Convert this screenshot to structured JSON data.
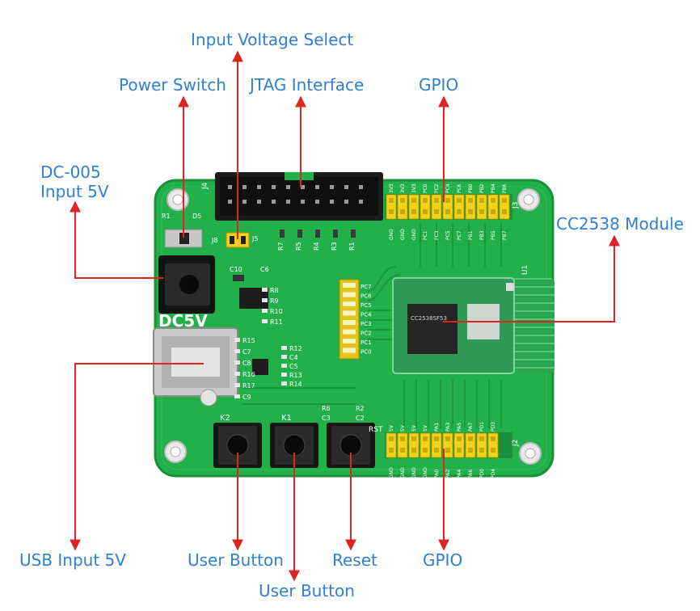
{
  "labels": {
    "input_voltage_select": "Input Voltage Select",
    "power_switch": "Power Switch",
    "jtag_interface": "JTAG Interface",
    "gpio_top": "GPIO",
    "dc005_line1": "DC-005",
    "dc005_line2": "Input 5V",
    "cc2538_module": "CC2538 Module",
    "usb_input": "USB Input 5V",
    "user_button_1": "User Button",
    "user_button_2": "User Button",
    "reset": "Reset",
    "gpio_bottom": "GPIO"
  },
  "board": {
    "dc5v_text": "DC5V",
    "jtag_ref": "J4",
    "top_header_ref": "J3",
    "bottom_header_ref": "J2",
    "btn_left_ref": "K2",
    "btn_mid_ref": "K1",
    "btn_right_ref": "RST",
    "module_ref": "U1",
    "chip_text": "CC2538SF53",
    "top_header_pins_upper": [
      "3V3",
      "3V3",
      "3V3",
      "PC0",
      "PC2",
      "PC4",
      "PC6",
      "PB0",
      "PB2",
      "PB4",
      "PB6"
    ],
    "top_header_pins_lower": [
      "GND",
      "GND",
      "GND",
      "PC1",
      "PC3",
      "PC5",
      "PC7",
      "PB1",
      "PB3",
      "PB5",
      "PB7"
    ],
    "bottom_header_pins_upper": [
      "5V",
      "5V",
      "5V",
      "5V",
      "PA1",
      "PA3",
      "PA5",
      "PA7",
      "PD1",
      "PD3"
    ],
    "bottom_header_pins_lower": [
      "GND",
      "GND",
      "GND",
      "GND",
      "PA0",
      "PA2",
      "PA4",
      "PA6",
      "PD0",
      "PD4"
    ],
    "resistors_left": [
      "R8",
      "R9",
      "R10",
      "R11"
    ],
    "led_column": [
      "PC7",
      "PC6",
      "PC5",
      "PC4",
      "PC3",
      "PC2",
      "PC1",
      "PC0"
    ],
    "mid_left_parts": [
      "R15",
      "C7",
      "C8",
      "R16",
      "R17",
      "C9"
    ],
    "mid_parts": [
      "R12",
      "C4",
      "C5",
      "R13",
      "R14"
    ],
    "btn_parts": [
      "R6",
      "C3",
      "R2",
      "C2"
    ],
    "top_parts": [
      "R1",
      "D5",
      "J8",
      "J5",
      "C10",
      "C6"
    ],
    "jtag_row_parts": [
      "R7",
      "R5",
      "R4",
      "R3",
      "R1"
    ]
  },
  "colors": {
    "arrow": "#e02424",
    "label": "#2f7fd6",
    "pcb": "#22b34a",
    "header": "#f2d21a"
  }
}
